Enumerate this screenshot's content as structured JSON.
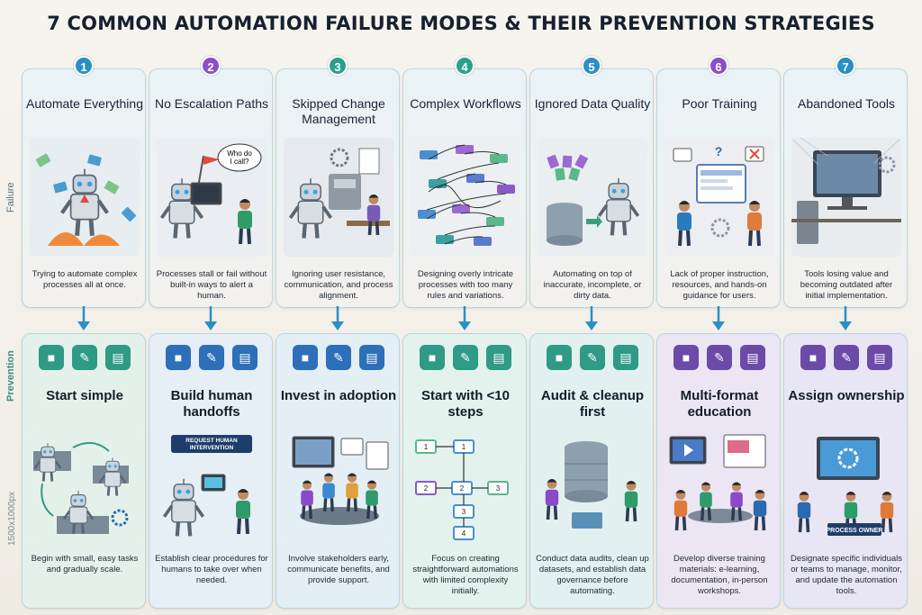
{
  "title": "7 COMMON AUTOMATION FAILURE MODES & THEIR PREVENTION STRATEGIES",
  "side_labels": {
    "failure": "Failure",
    "prevention": "Prevention",
    "size": "1500x1000px"
  },
  "columns": [
    {
      "number": "1",
      "color": "#2a8fc4",
      "failure_title": "Automate Everything",
      "failure_desc": "Trying to automate complex processes all at once.",
      "prevention_title": "Start simple",
      "prevention_desc": "Begin with small, easy tasks and gradually scale.",
      "prev_bg": "#e4f1ea",
      "icon_color": "#2f9a86"
    },
    {
      "number": "2",
      "color": "#8a4fc8",
      "failure_title": "No Escalation Paths",
      "failure_desc": "Processes stall or fail without built-in ways to alert a human.",
      "failure_bubble": "Who do I call?",
      "prevention_title": "Build human handoffs",
      "prevention_desc": "Establish clear procedures for humans to take over when needed.",
      "prevention_sign": "REQUEST HUMAN INTERVENTION",
      "prev_bg": "#e6eef6",
      "icon_color": "#2d6fb8"
    },
    {
      "number": "3",
      "color": "#2aa08c",
      "failure_title": "Skipped Change Management",
      "failure_desc": "Ignoring user resistance, communication, and process alignment.",
      "prevention_title": "Invest in adoption",
      "prevention_desc": "Involve stakeholders early, communicate benefits, and provide support.",
      "prev_bg": "#e3eff5",
      "icon_color": "#2d6fb8"
    },
    {
      "number": "4",
      "color": "#2aa08c",
      "failure_title": "Complex Workflows",
      "failure_desc": "Designing overly intricate processes with too many rules and variations.",
      "prevention_title": "Start with <10 steps",
      "prevention_desc": "Focus on creating straightforward automations with limited complexity initially.",
      "prev_bg": "#e3f2ec",
      "icon_color": "#2f9a86"
    },
    {
      "number": "5",
      "color": "#2a8fc4",
      "failure_title": "Ignored Data Quality",
      "failure_desc": "Automating on top of inaccurate, incomplete, or dirty data.",
      "prevention_title": "Audit & cleanup first",
      "prevention_desc": "Conduct data audits, clean up datasets, and establish data governance before automating.",
      "prev_bg": "#e2f0ef",
      "icon_color": "#2f9a86"
    },
    {
      "number": "6",
      "color": "#8a4fc8",
      "failure_title": "Poor Training",
      "failure_desc": "Lack of proper instruction, resources, and hands-on guidance for users.",
      "prevention_title": "Multi-format education",
      "prevention_desc": "Develop diverse training materials: e-learning, documentation, in-person workshops.",
      "prev_bg": "#ece6f4",
      "icon_color": "#6b4aa8"
    },
    {
      "number": "7",
      "color": "#2a8fc4",
      "failure_title": "Abandoned Tools",
      "failure_desc": "Tools losing value and becoming outdated after initial implementation.",
      "prevention_title": "Assign ownership",
      "prevention_desc": "Designate specific individuals or teams to manage, monitor, and update the automation tools.",
      "prevention_sign": "PROCESS OWNER",
      "prev_bg": "#e8e6f4",
      "icon_color": "#6b4aa8"
    }
  ],
  "colors": {
    "card_border": "#b9d6df",
    "arrow": "#2a8fc4"
  }
}
